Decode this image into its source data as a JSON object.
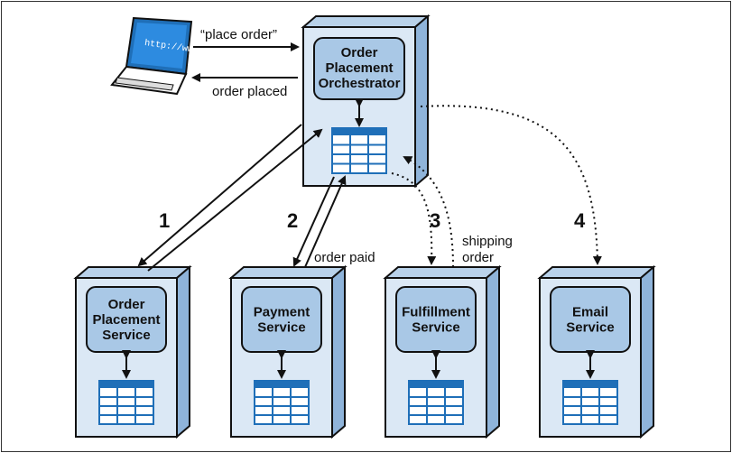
{
  "client": {
    "screen_text": "http://www"
  },
  "orchestrator": {
    "title_lines": [
      "Order",
      "Placement",
      "Orchestrator"
    ]
  },
  "services": [
    {
      "title_lines": [
        "Order",
        "Placement",
        "Service"
      ]
    },
    {
      "title_lines": [
        "Payment",
        "Service"
      ]
    },
    {
      "title_lines": [
        "Fulfillment",
        "Service"
      ]
    },
    {
      "title_lines": [
        "Email",
        "Service"
      ]
    }
  ],
  "edges": {
    "place_order": "“place order”",
    "order_placed": "order placed",
    "order_paid": "order paid",
    "shipping_order": [
      "shipping",
      "order"
    ]
  },
  "steps": [
    "1",
    "2",
    "3",
    "4"
  ],
  "colors": {
    "box_fill": "#dbe8f5",
    "inner_fill": "#a9c8e6",
    "table_header": "#1f6fb8",
    "stroke": "#111111"
  }
}
